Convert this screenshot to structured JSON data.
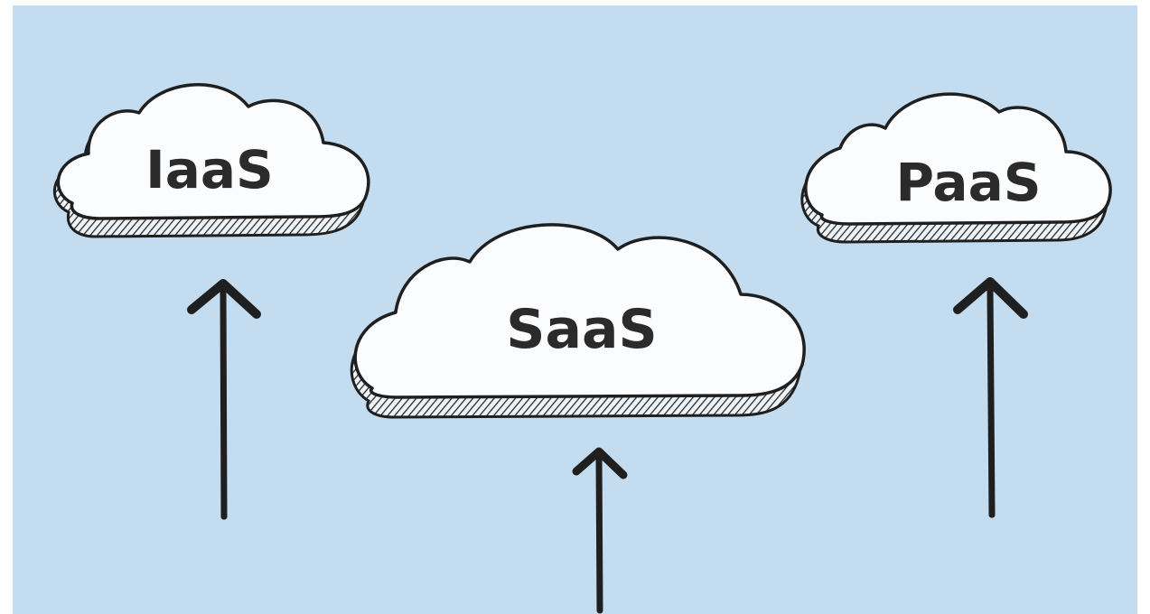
{
  "background_color": "#c4dcef",
  "ink_color": "#1f1f1f",
  "clouds": [
    {
      "label": "IaaS"
    },
    {
      "label": "SaaS"
    },
    {
      "label": "PaaS"
    }
  ],
  "arrows": [
    {
      "name": "arrow-up-icon",
      "direction": "up"
    },
    {
      "name": "arrow-up-icon",
      "direction": "up"
    },
    {
      "name": "arrow-up-icon",
      "direction": "up"
    }
  ]
}
